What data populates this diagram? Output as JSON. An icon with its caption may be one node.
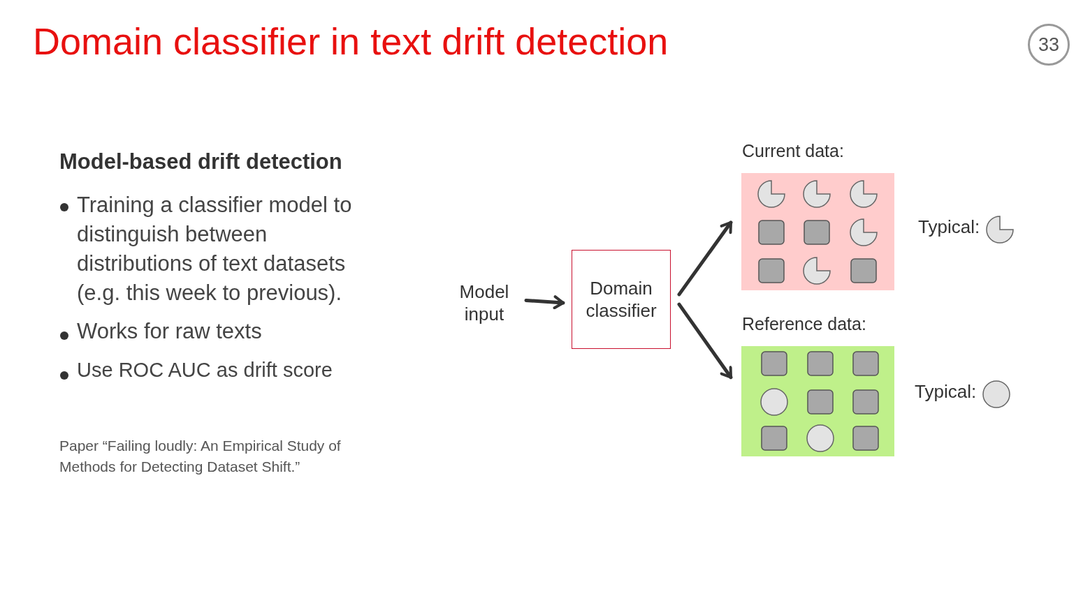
{
  "diagram": {
    "title": "Domain classifier in text drift detection",
    "nodes": [
      {
        "text": [
          "Model input"
        ]
      },
      {
        "text": [
          "Domain classifier"
        ]
      },
      {
        "text": [
          "Current data:"
        ]
      },
      {
        "text": [
          "Reference data:"
        ]
      }
    ],
    "edges": [
      {
        "from": 0,
        "to": 1,
        "arrow": "to"
      },
      {
        "from": 1,
        "to": 2,
        "arrow": "to"
      },
      {
        "from": 1,
        "to": 3,
        "arrow": "to"
      }
    ],
    "labels": [
      "33",
      "Model-based drift detection",
      "Training a classifier model to distinguish between distributions of text datasets (e.g. this week to previous).",
      "Works for raw texts",
      "Use ROC AUC as drift score",
      "Paper “Failing loudly: An Empirical Study of Methods for Detecting Dataset Shift.”",
      "Typical:",
      "Typical:"
    ]
  }
}
